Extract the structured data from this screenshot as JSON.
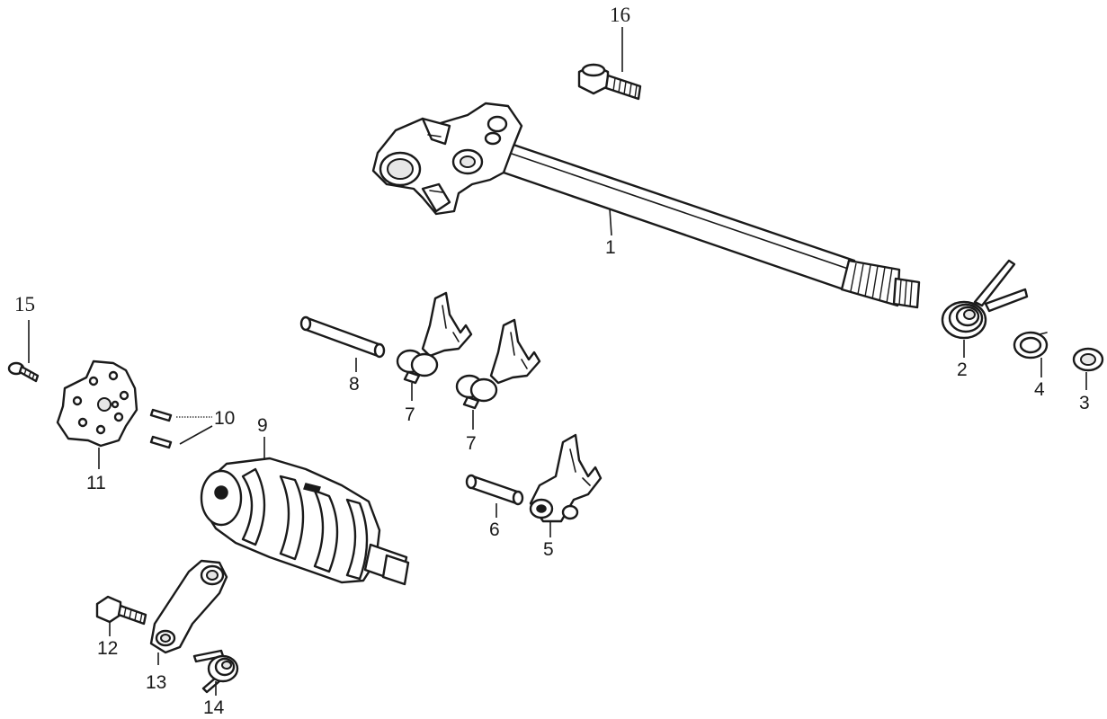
{
  "callouts": {
    "c1": "1",
    "c2": "2",
    "c3": "3",
    "c4": "4",
    "c5": "5",
    "c6": "6",
    "c7a": "7",
    "c7b": "7",
    "c8": "8",
    "c9": "9",
    "c10": "10",
    "c11": "11",
    "c12": "12",
    "c13": "13",
    "c14": "14",
    "c15": "15",
    "c16": "16"
  }
}
